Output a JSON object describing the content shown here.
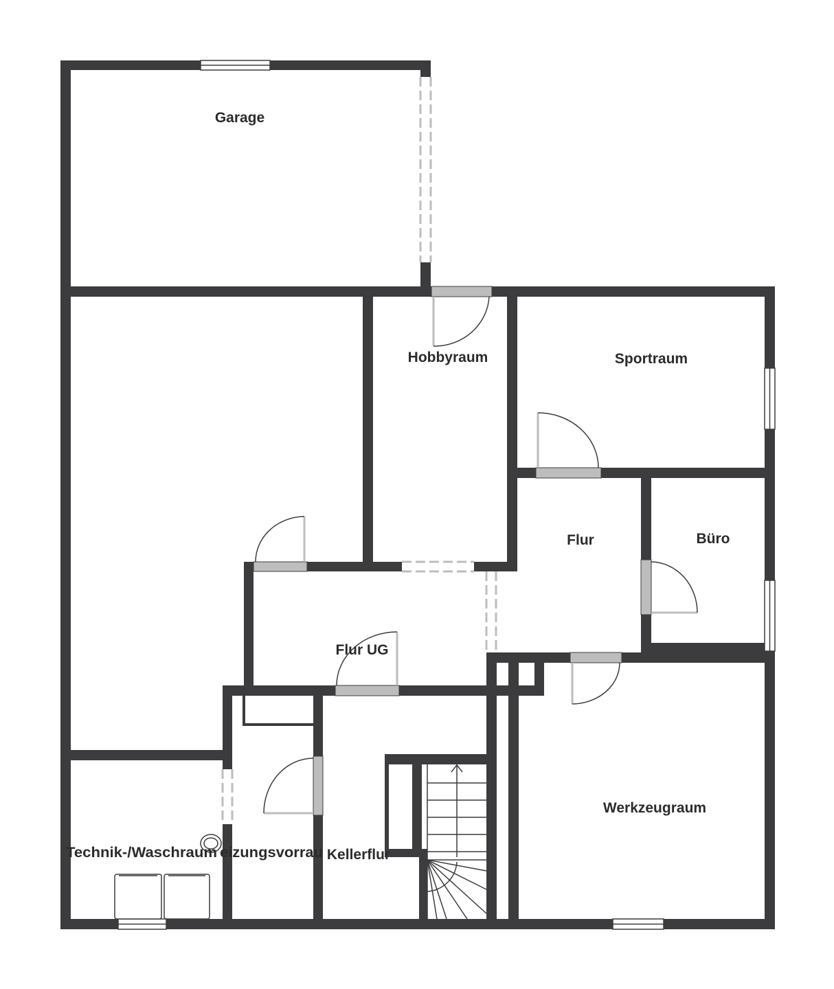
{
  "floorplan": {
    "rooms": {
      "garage": "Garage",
      "hobbyraum": "Hobbyraum",
      "sportraum": "Sportraum",
      "flur": "Flur",
      "buero": "Büro",
      "flur_ug": "Flur UG",
      "werkzeugraum": "Werkzeugraum",
      "technik": "Technik-/Waschraum",
      "heizung": "eizungsvorrau",
      "kellerflur": "Kellerflur"
    },
    "colors": {
      "wall": "#3c3c3e",
      "door_leaf": "#bdbdbd",
      "window": "#ffffff",
      "background": "#ffffff"
    }
  }
}
